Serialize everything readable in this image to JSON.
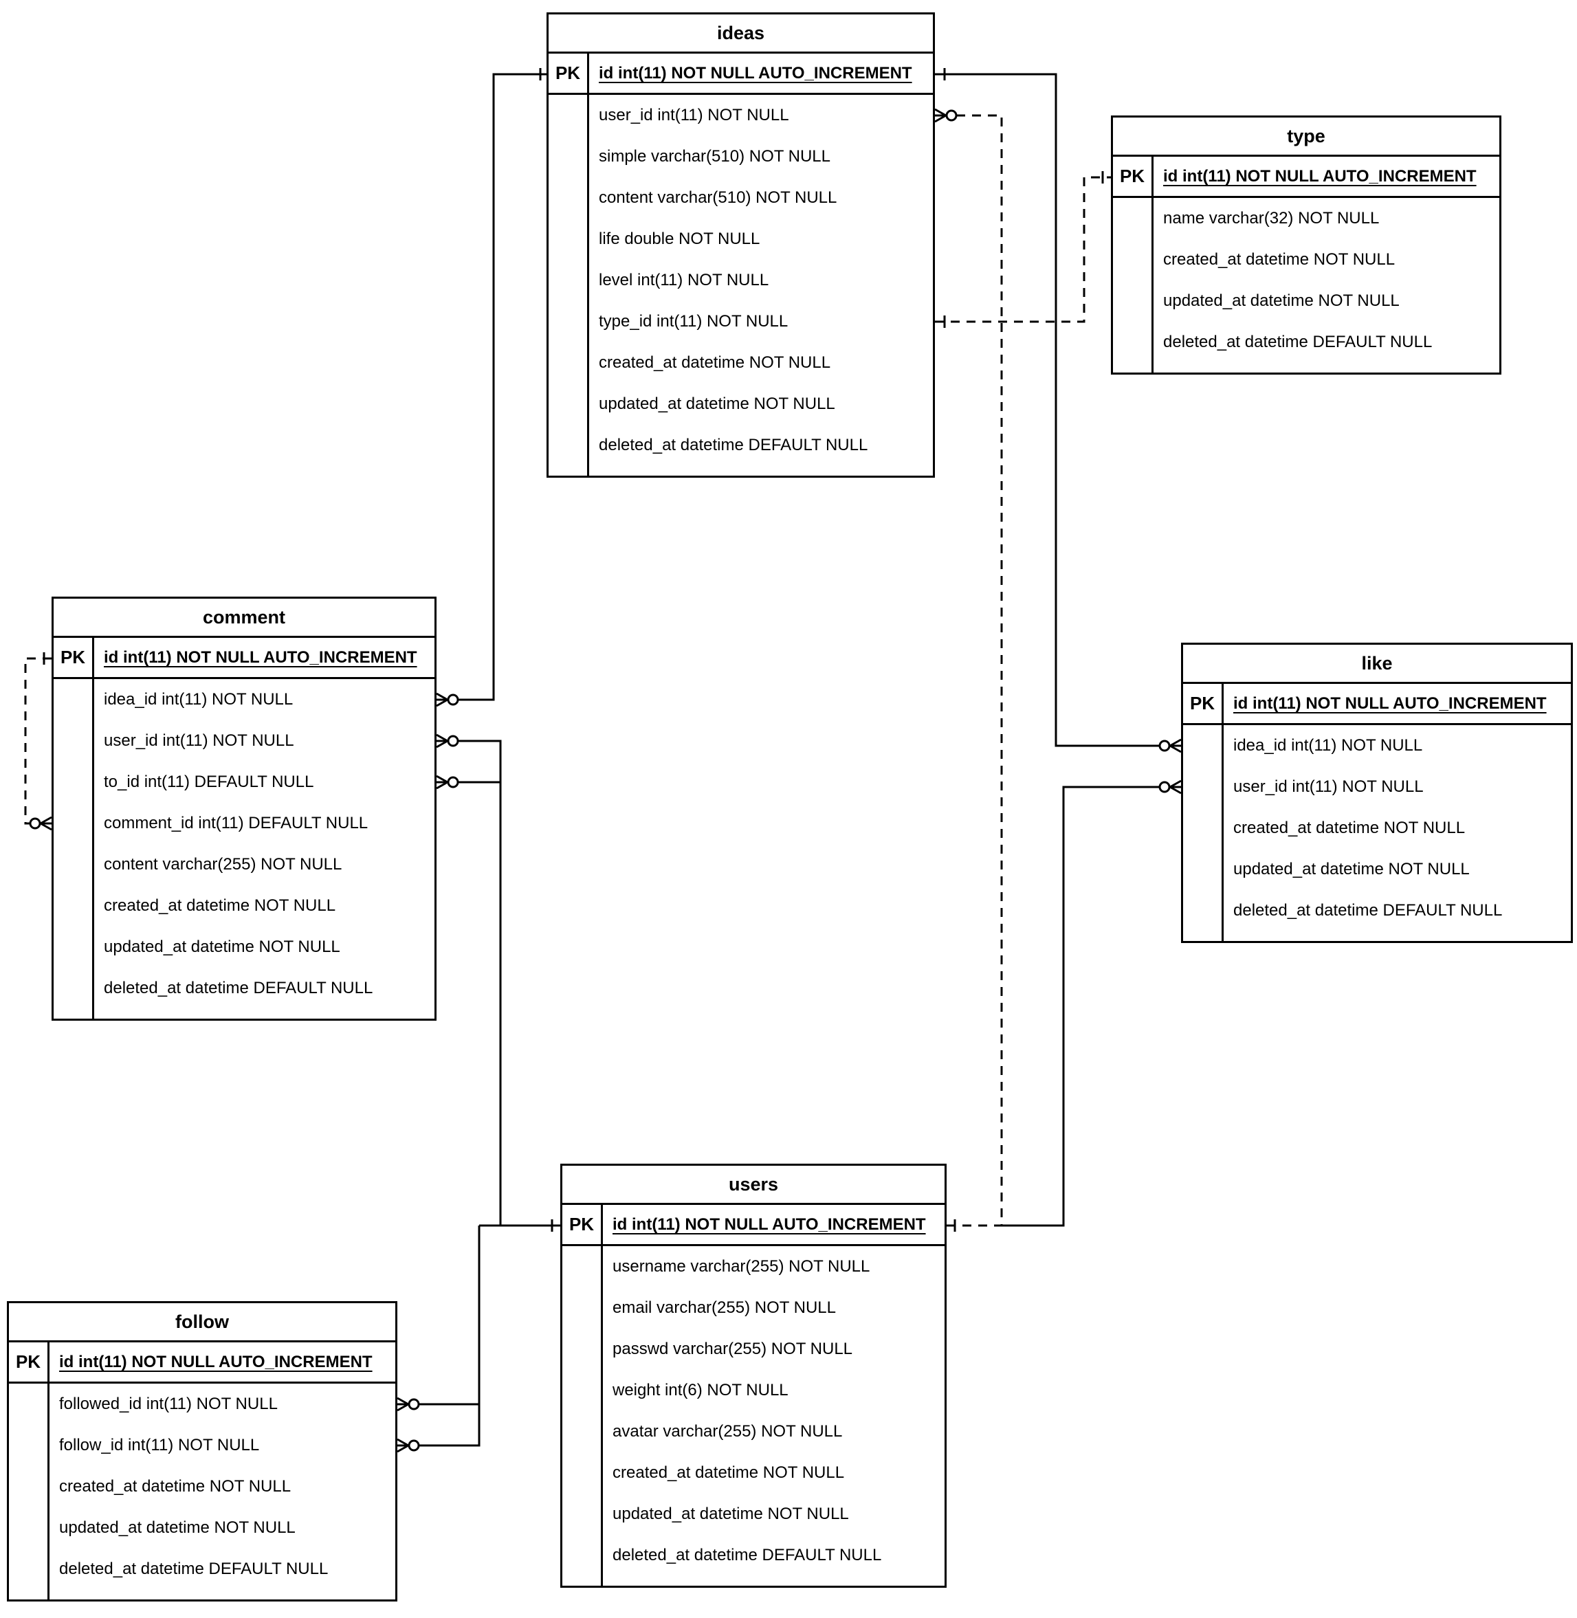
{
  "diagram": {
    "background_color": "#ffffff",
    "line_color": "#000000",
    "tables": [
      {
        "name": "ideas",
        "pk_label": "PK",
        "pk_field": "id int(11) NOT NULL AUTO_INCREMENT",
        "fields": [
          "user_id int(11) NOT NULL",
          "simple varchar(510) NOT NULL",
          "content varchar(510) NOT NULL",
          "life double NOT NULL",
          "level int(11) NOT NULL",
          "type_id int(11) NOT NULL",
          "created_at datetime NOT NULL",
          "updated_at datetime NOT NULL",
          "deleted_at datetime DEFAULT NULL"
        ]
      },
      {
        "name": "type",
        "pk_label": "PK",
        "pk_field": "id int(11) NOT NULL AUTO_INCREMENT",
        "fields": [
          "name varchar(32) NOT NULL",
          "created_at datetime NOT NULL",
          "updated_at datetime NOT NULL",
          "deleted_at datetime DEFAULT NULL"
        ]
      },
      {
        "name": "comment",
        "pk_label": "PK",
        "pk_field": "id int(11) NOT NULL AUTO_INCREMENT",
        "fields": [
          "idea_id int(11) NOT NULL",
          "user_id int(11) NOT NULL",
          "to_id int(11) DEFAULT NULL",
          "comment_id int(11) DEFAULT NULL",
          "content varchar(255) NOT NULL",
          "created_at datetime NOT NULL",
          "updated_at datetime NOT NULL",
          "deleted_at datetime DEFAULT NULL"
        ]
      },
      {
        "name": "like",
        "pk_label": "PK",
        "pk_field": "id int(11) NOT NULL AUTO_INCREMENT",
        "fields": [
          "idea_id int(11) NOT NULL",
          "user_id int(11) NOT NULL",
          "created_at datetime NOT NULL",
          "updated_at datetime NOT NULL",
          "deleted_at datetime DEFAULT NULL"
        ]
      },
      {
        "name": "users",
        "pk_label": "PK",
        "pk_field": "id int(11) NOT NULL AUTO_INCREMENT",
        "fields": [
          "username varchar(255) NOT NULL",
          "email varchar(255) NOT NULL",
          "passwd varchar(255) NOT NULL",
          "weight int(6) NOT NULL",
          "avatar varchar(255) NOT NULL",
          "created_at datetime NOT NULL",
          "updated_at datetime NOT NULL",
          "deleted_at datetime DEFAULT NULL"
        ]
      },
      {
        "name": "follow",
        "pk_label": "PK",
        "pk_field": "id int(11) NOT NULL AUTO_INCREMENT",
        "fields": [
          "followed_id int(11) NOT NULL",
          "follow_id int(11) NOT NULL",
          "created_at datetime NOT NULL",
          "updated_at datetime NOT NULL",
          "deleted_at datetime DEFAULT NULL"
        ]
      }
    ],
    "relationships": [
      {
        "from": "comment.idea_id",
        "to": "ideas.id",
        "from_cardinality": "zero-or-many",
        "to_cardinality": "one",
        "style": "solid"
      },
      {
        "from": "comment.user_id",
        "to": "users.id",
        "from_cardinality": "zero-or-many",
        "to_cardinality": "one",
        "style": "solid"
      },
      {
        "from": "comment.to_id",
        "to": "users.id",
        "from_cardinality": "zero-or-many",
        "to_cardinality": "one",
        "style": "solid"
      },
      {
        "from": "comment.comment_id",
        "to": "comment.id",
        "from_cardinality": "zero-or-many",
        "to_cardinality": "one",
        "style": "dashed"
      },
      {
        "from": "follow.followed_id",
        "to": "users.id",
        "from_cardinality": "zero-or-many",
        "to_cardinality": "one",
        "style": "solid"
      },
      {
        "from": "follow.follow_id",
        "to": "users.id",
        "from_cardinality": "zero-or-many",
        "to_cardinality": "one",
        "style": "solid"
      },
      {
        "from": "ideas.user_id",
        "to": "users.id",
        "from_cardinality": "zero-or-many",
        "to_cardinality": "one",
        "style": "dashed"
      },
      {
        "from": "ideas.type_id",
        "to": "type.id",
        "from_cardinality": "one",
        "to_cardinality": "one",
        "style": "dashed"
      },
      {
        "from": "ideas.id",
        "to": "like.idea_id",
        "from_cardinality": "one",
        "to_cardinality": "zero-or-many",
        "style": "solid"
      },
      {
        "from": "users.id",
        "to": "like.user_id",
        "from_cardinality": "one",
        "to_cardinality": "zero-or-many",
        "style": "solid"
      }
    ]
  }
}
